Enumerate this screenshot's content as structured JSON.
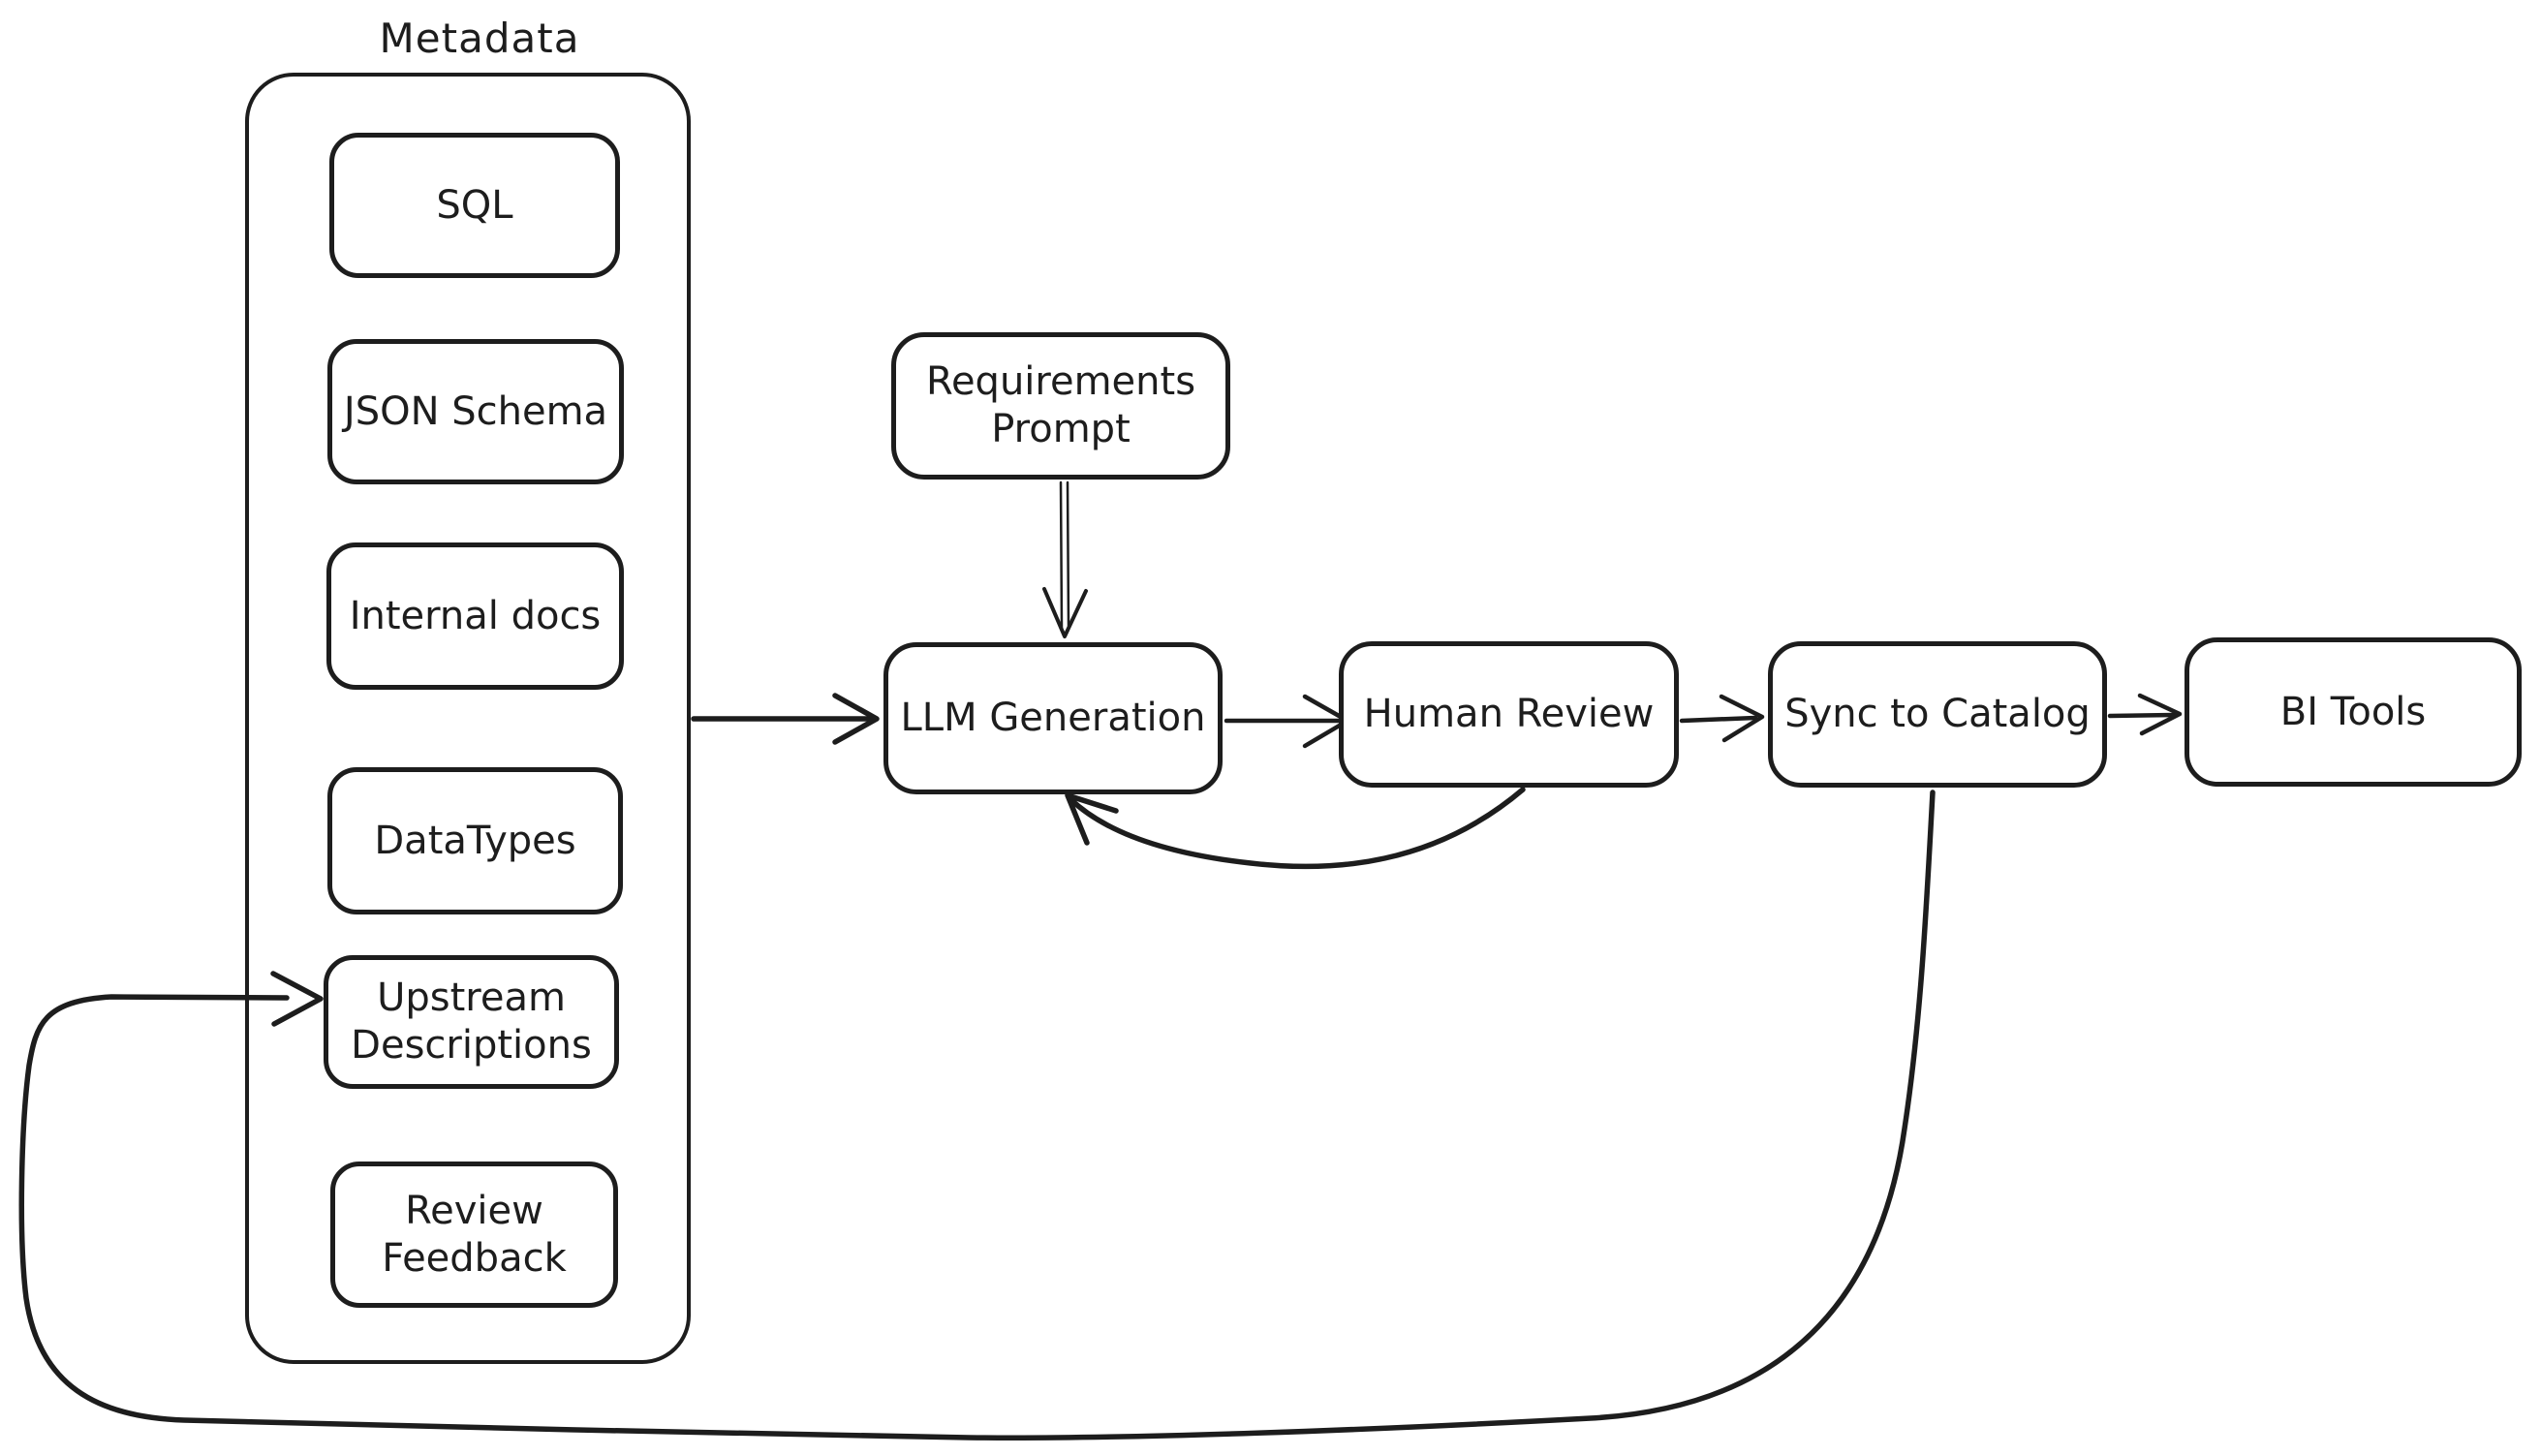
{
  "diagram": {
    "background_color": "#ffffff",
    "ink_color": "#1d1d1d",
    "group_title": "Metadata",
    "nodes": {
      "sql": {
        "label": "SQL"
      },
      "json_schema": {
        "label": "JSON Schema"
      },
      "internal_docs": {
        "label": "Internal docs"
      },
      "datatypes": {
        "label": "DataTypes"
      },
      "upstream_descriptions": {
        "label": "Upstream Descriptions"
      },
      "review_feedback": {
        "label": "Review Feedback"
      },
      "requirements_prompt": {
        "label": "Requirements Prompt"
      },
      "llm_generation": {
        "label": "LLM Generation"
      },
      "human_review": {
        "label": "Human Review"
      },
      "sync_to_catalog": {
        "label": "Sync to Catalog"
      },
      "bi_tools": {
        "label": "BI Tools"
      }
    },
    "edges": [
      {
        "from": "Metadata",
        "to": "LLM Generation"
      },
      {
        "from": "Requirements Prompt",
        "to": "LLM Generation"
      },
      {
        "from": "LLM Generation",
        "to": "Human Review"
      },
      {
        "from": "Human Review",
        "to": "Sync to Catalog"
      },
      {
        "from": "Sync to Catalog",
        "to": "BI Tools"
      },
      {
        "from": "Human Review",
        "to": "LLM Generation"
      },
      {
        "from": "Sync to Catalog",
        "to": "Upstream Descriptions"
      }
    ]
  }
}
